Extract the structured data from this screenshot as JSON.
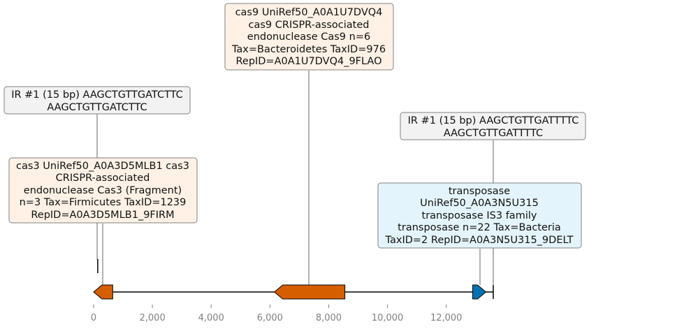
{
  "diagram": {
    "axis": {
      "min": 0,
      "max": 13600,
      "ticks": [
        0,
        2000,
        4000,
        6000,
        8000,
        10000,
        12000
      ],
      "tick_labels": [
        "0",
        "2,000",
        "4,000",
        "6,000",
        "8,000",
        "10,000",
        "12,000"
      ]
    },
    "colors": {
      "cas": "#d55e00",
      "transposase": "#0072b2",
      "box_cas": "#fff1e6",
      "box_ir": "#f2f2f2",
      "box_transposase": "#e4f4fc",
      "box_edge": "#808080",
      "line": "#000000",
      "axis_text": "#808080"
    },
    "features": [
      {
        "id": "cas3",
        "start": 0,
        "end": 650,
        "strand": "-",
        "color_key": "cas"
      },
      {
        "id": "cas9",
        "start": 6150,
        "end": 8550,
        "strand": "-",
        "color_key": "cas"
      },
      {
        "id": "transposase",
        "start": 12900,
        "end": 13350,
        "strand": "+",
        "color_key": "transposase"
      }
    ],
    "markers": [
      {
        "id": "ir-left",
        "pos": 140
      },
      {
        "id": "ir-right",
        "pos": 13600
      }
    ],
    "annotations": [
      {
        "id": "ir-left",
        "lines": [
          "IR #1 (15 bp) AAGCTGTTGATCTTC",
          "AAGCTGTTGATCTTC"
        ],
        "style": "ir"
      },
      {
        "id": "cas3",
        "lines": [
          "cas3 UniRef50_A0A3D5MLB1 cas3",
          "CRISPR-associated",
          "endonuclease Cas3 (Fragment)",
          "n=3 Tax=Firmicutes TaxID=1239",
          "RepID=A0A3D5MLB1_9FIRM"
        ],
        "style": "cas"
      },
      {
        "id": "cas9",
        "lines": [
          "cas9 UniRef50_A0A1U7DVQ4",
          "cas9 CRISPR-associated",
          "endonuclease Cas9 n=6",
          "Tax=Bacteroidetes TaxID=976",
          "RepID=A0A1U7DVQ4_9FLAO"
        ],
        "style": "cas"
      },
      {
        "id": "ir-right",
        "lines": [
          "IR #1 (15 bp) AAGCTGTTGATTTTC",
          "AAGCTGTTGATTTTC"
        ],
        "style": "ir"
      },
      {
        "id": "transposase",
        "lines": [
          "transposase",
          "UniRef50_A0A3N5U315",
          "transposase IS3 family",
          "transposase n=22 Tax=Bacteria",
          "TaxID=2 RepID=A0A3N5U315_9DELT"
        ],
        "style": "transposase"
      }
    ]
  }
}
